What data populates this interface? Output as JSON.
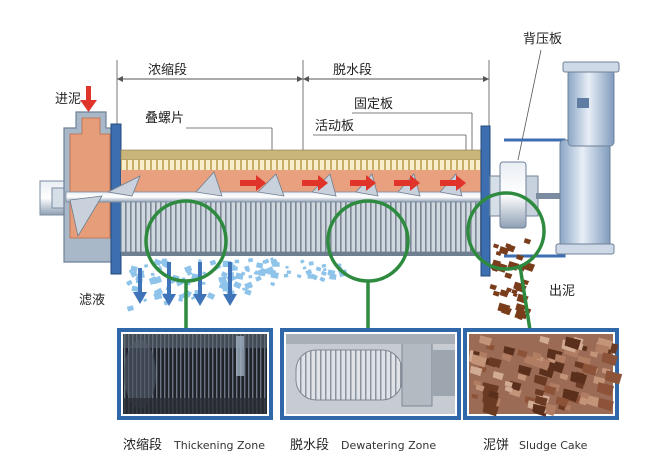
{
  "labels": {
    "inlet": "进泥",
    "filtrate": "滤液",
    "outlet": "出泥",
    "back_plate": "背压板",
    "thickening": "浓缩段",
    "dewatering": "脱水段",
    "spiral_plates": "叠螺片",
    "fixed_plate": "固定板",
    "moving_plate": "活动板"
  },
  "captions": [
    {
      "cn": "浓缩段",
      "en": "Thickening Zone"
    },
    {
      "cn": "脱水段",
      "en": "Dewatering Zone"
    },
    {
      "cn": "泥饼",
      "en": "Sludge Cake"
    }
  ],
  "colors": {
    "body_gray": "#b9c6d4",
    "sludge": "#e8a07e",
    "screen_tan": "#f2e4b8",
    "arrow_red": "#e0342b",
    "filtrate_blue": "#3f74b8",
    "droplet_blue": "#8ec3ea",
    "circle_green": "#2d8a3e",
    "frame_blue": "#2f67a8",
    "cake_brown": "#7a3d1c"
  }
}
